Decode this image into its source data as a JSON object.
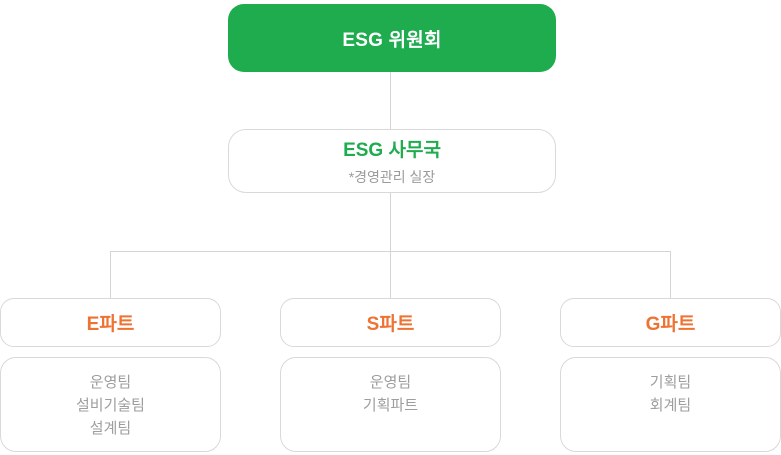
{
  "org": {
    "committee": {
      "label": "ESG 위원회"
    },
    "secretariat": {
      "label": "ESG 사무국",
      "note": "*경영관리 실장"
    },
    "parts": [
      {
        "label": "E파트",
        "teams": [
          "운영팀",
          "설비기술팀",
          "설계팀"
        ]
      },
      {
        "label": "S파트",
        "teams": [
          "운영팀",
          "기획파트"
        ]
      },
      {
        "label": "G파트",
        "teams": [
          "기획팀",
          "회계팀"
        ]
      }
    ]
  },
  "colors": {
    "committee_bg": "#1eac4e",
    "committee_text": "#ffffff",
    "secretariat_title": "#1eac4e",
    "part_title": "#ee7333",
    "muted_text": "#9e9e9e",
    "box_border": "#d9d9d9",
    "connector_line": "#d4d4d4",
    "background": "#ffffff"
  }
}
